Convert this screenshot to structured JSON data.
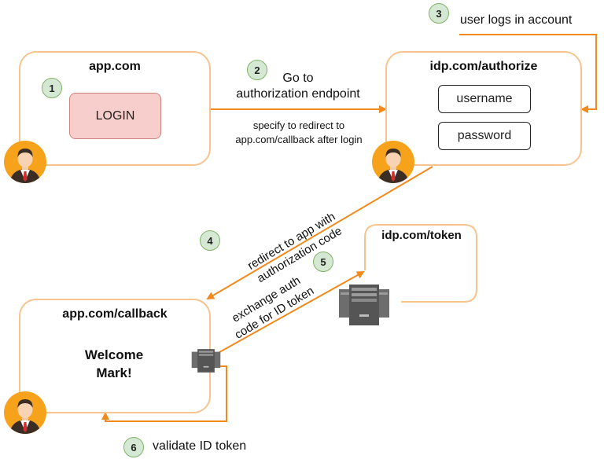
{
  "boxes": {
    "app": {
      "title": "app.com",
      "login_label": "LOGIN"
    },
    "idp_authorize": {
      "title": "idp.com/authorize",
      "username_label": "username",
      "password_label": "password"
    },
    "idp_token": {
      "title": "idp.com/token"
    },
    "callback": {
      "title": "app.com/callback",
      "welcome_line1": "Welcome",
      "welcome_line2": "Mark!"
    }
  },
  "steps": [
    {
      "number": "1"
    },
    {
      "number": "2",
      "label_line1": "Go to",
      "label_line2": "authorization endpoint",
      "note_line1": "specify to redirect to",
      "note_line2": "app.com/callback after login"
    },
    {
      "number": "3",
      "label": "user logs in account"
    },
    {
      "number": "4",
      "label_line1": "redirect to app with",
      "label_line2": "authorization code"
    },
    {
      "number": "5",
      "label_line1": "exchange auth",
      "label_line2": "code for ID token"
    },
    {
      "number": "6",
      "label": "validate ID token"
    }
  ],
  "colors": {
    "box_border": "#f5c48f",
    "arrow": "#f08a1c",
    "step_fill": "#d5e8d4",
    "step_border": "#82b366",
    "login_fill": "#f8cecc",
    "avatar_bg": "#f7a21b",
    "avatar_suit": "#3b2d24",
    "avatar_tie": "#d32f2f"
  },
  "icons": {
    "user": "user-avatar-icon",
    "server": "server-rack-icon"
  }
}
